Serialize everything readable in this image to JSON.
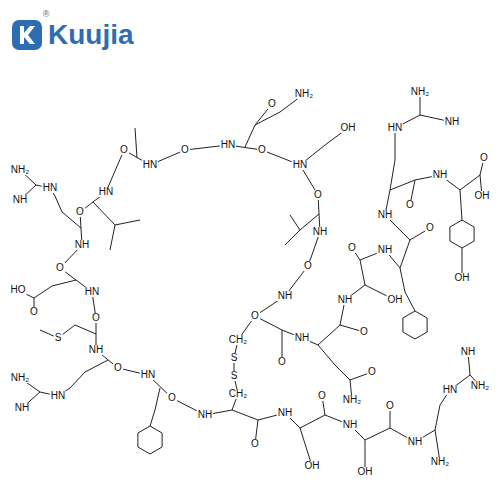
{
  "diagram": {
    "labels": [
      "Kuujia",
      "®",
      "HN",
      "O",
      "HN",
      "O",
      "HN",
      "O",
      "NH",
      "O",
      "NH",
      "O",
      "CH₂",
      "S",
      "S",
      "CH₂",
      "NH",
      "O",
      "HN",
      "O",
      "NH",
      "O",
      "HN",
      "O",
      "NH",
      "O",
      "HN",
      "O",
      "O",
      "NH₂",
      "OH",
      "NH₂",
      "NH",
      "HN",
      "HO",
      "O",
      "S",
      "NH₂",
      "NH",
      "HN",
      "O",
      "NH",
      "O",
      "NH₂",
      "O",
      "NH",
      "OH",
      "O",
      "NH",
      "O",
      "NH",
      "HN",
      "NH₂",
      "NH",
      "O",
      "NH",
      "O",
      "OH",
      "OH",
      "O",
      "NH",
      "OH",
      "O",
      "NH",
      "OH",
      "O",
      "NH",
      "NH₂",
      "HN",
      "NH₂",
      "NH"
    ]
  }
}
